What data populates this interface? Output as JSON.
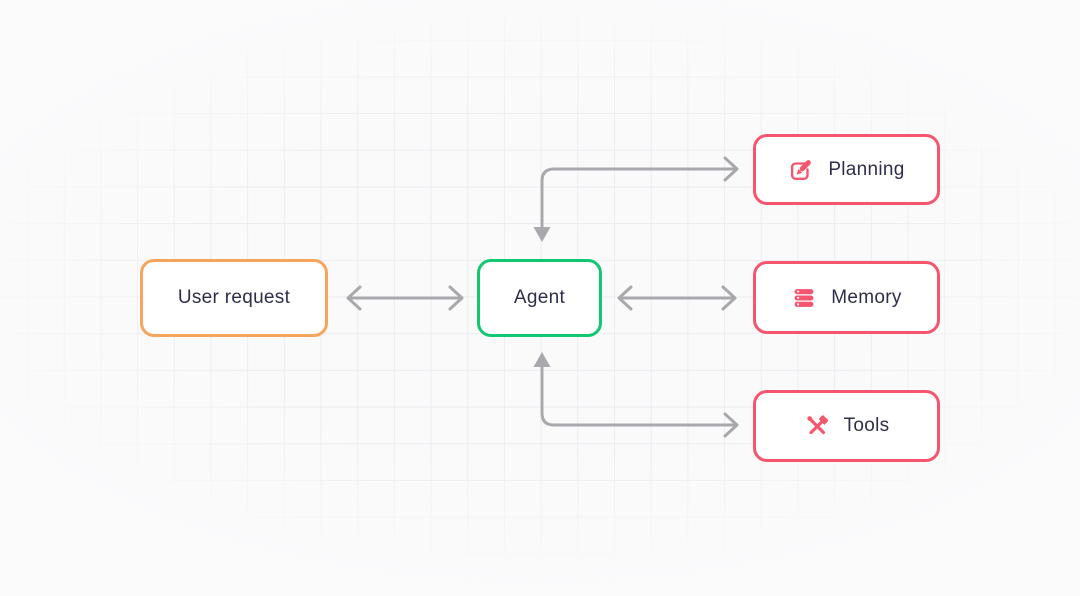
{
  "diagram": {
    "nodes": [
      {
        "id": "user-request",
        "label": "User request",
        "border_color": "#F7A45C",
        "icon": null
      },
      {
        "id": "agent",
        "label": "Agent",
        "border_color": "#12C771",
        "icon": null
      },
      {
        "id": "planning",
        "label": "Planning",
        "border_color": "#F5566E",
        "icon": "edit-icon"
      },
      {
        "id": "memory",
        "label": "Memory",
        "border_color": "#F5566E",
        "icon": "server-stack-icon"
      },
      {
        "id": "tools",
        "label": "Tools",
        "border_color": "#F5566E",
        "icon": "crossed-tools-icon"
      }
    ],
    "edges": [
      {
        "from": "user-request",
        "to": "agent",
        "style": "horizontal-double-arrow"
      },
      {
        "from": "agent",
        "to": "memory",
        "style": "horizontal-double-arrow"
      },
      {
        "from": "agent",
        "to": "planning",
        "style": "elbow-arrow-both-ends"
      },
      {
        "from": "agent",
        "to": "tools",
        "style": "elbow-arrow-both-ends"
      }
    ],
    "colors": {
      "background": "#FAFAFB",
      "grid_line": "#ECECF1",
      "arrow": "#A9A9AD",
      "text": "#2E2E4C",
      "node_fill": "#FFFFFF"
    }
  }
}
